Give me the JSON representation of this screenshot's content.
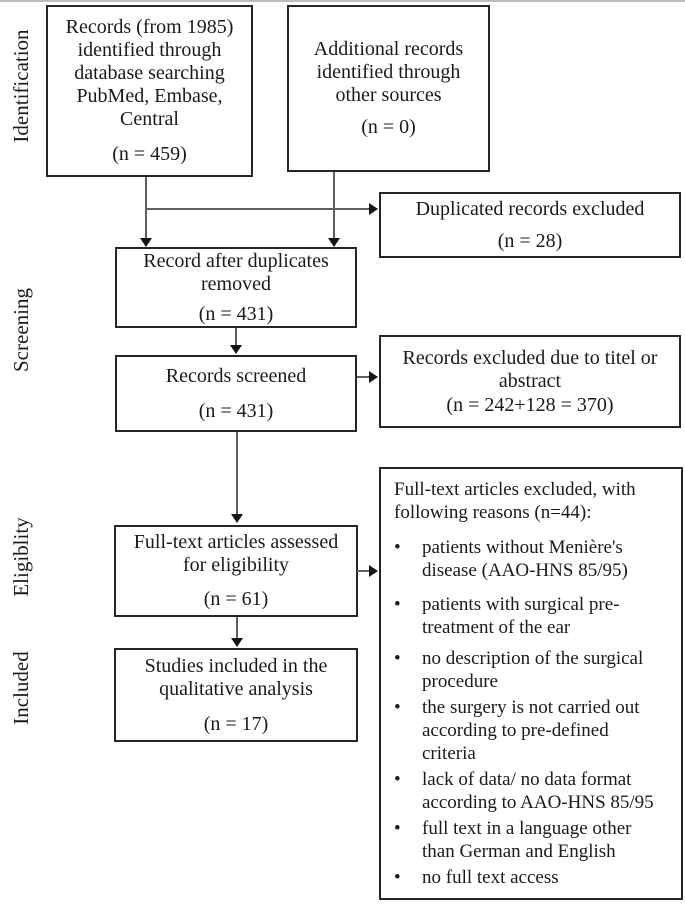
{
  "stages": {
    "identification": "Identification",
    "screening": "Screening",
    "eligibility": "Eligiblity",
    "included": "Included"
  },
  "flow_boxes": {
    "records_database": {
      "label": "Records (from 1985)\nidentified through\ndatabase searching\nPubMed, Embase,\nCentral",
      "n": "(n = 459)"
    },
    "additional_records": {
      "label": "Additional records\nidentified through\nother sources",
      "n": "(n = 0)"
    },
    "after_duplicates": {
      "label": "Record after duplicates\nremoved",
      "n": "(n = 431)"
    },
    "records_screened": {
      "label": "Records screened",
      "n": "(n = 431)"
    },
    "fulltext_assessed": {
      "label": "Full-text articles assessed\nfor eligibility",
      "n": "(n = 61)"
    },
    "studies_included": {
      "label": "Studies included in the\nqualitative analysis",
      "n": "(n = 17)"
    }
  },
  "exclusion_boxes": {
    "duplicates_excluded": {
      "label": "Duplicated records excluded",
      "n": "(n = 28)"
    },
    "title_abstract_excluded": {
      "label": "Records excluded due to titel or\nabstract",
      "n": "(n = 242+128 = 370)"
    },
    "fulltext_excluded": {
      "header": "Full-text articles excluded, with\nfollowing reasons (n=44):",
      "bullet_glyph": "•",
      "reasons": [
        "patients without Menière's\ndisease (AAO-HNS 85/95)",
        "patients with surgical pre-\ntreatment of the ear",
        "no description of the surgical\nprocedure",
        "the surgery is not carried out\naccording to pre-defined\ncriteria",
        "lack of data/ no data format\naccording to AAO-HNS 85/95",
        "full text in a language other\nthan German and English",
        "no full text access"
      ]
    }
  },
  "colors": {
    "box_border": "#262626",
    "connector_line": "#5f5f5f",
    "arrowhead": "#151515",
    "text": "#1a1a1a"
  }
}
